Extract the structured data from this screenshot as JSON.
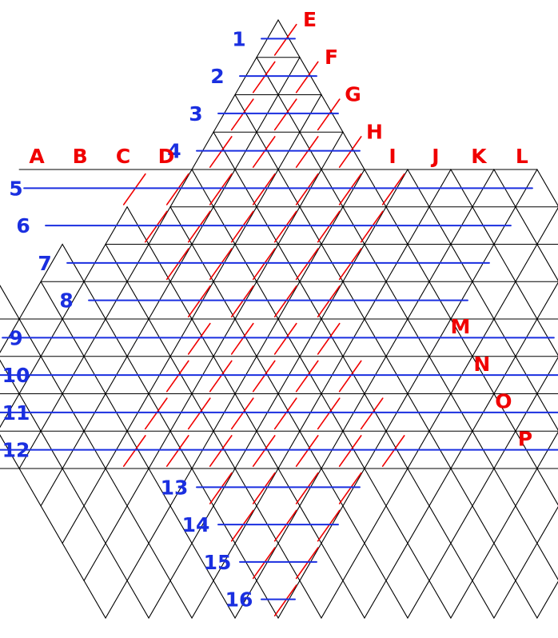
{
  "colors": {
    "grid": "#000000",
    "row_line": "#1a2fe0",
    "diag_line": "#f00000",
    "row_label": "#1a2fe0",
    "diag_label": "#f00000",
    "background": "#ffffff"
  },
  "row_labels": [
    "1",
    "2",
    "3",
    "4",
    "5",
    "6",
    "7",
    "8",
    "9",
    "10",
    "11",
    "12",
    "13",
    "14",
    "15",
    "16"
  ],
  "diag_labels": [
    "A",
    "B",
    "C",
    "D",
    "E",
    "F",
    "G",
    "H",
    "I",
    "J",
    "K",
    "L",
    "M",
    "N",
    "O",
    "P"
  ]
}
